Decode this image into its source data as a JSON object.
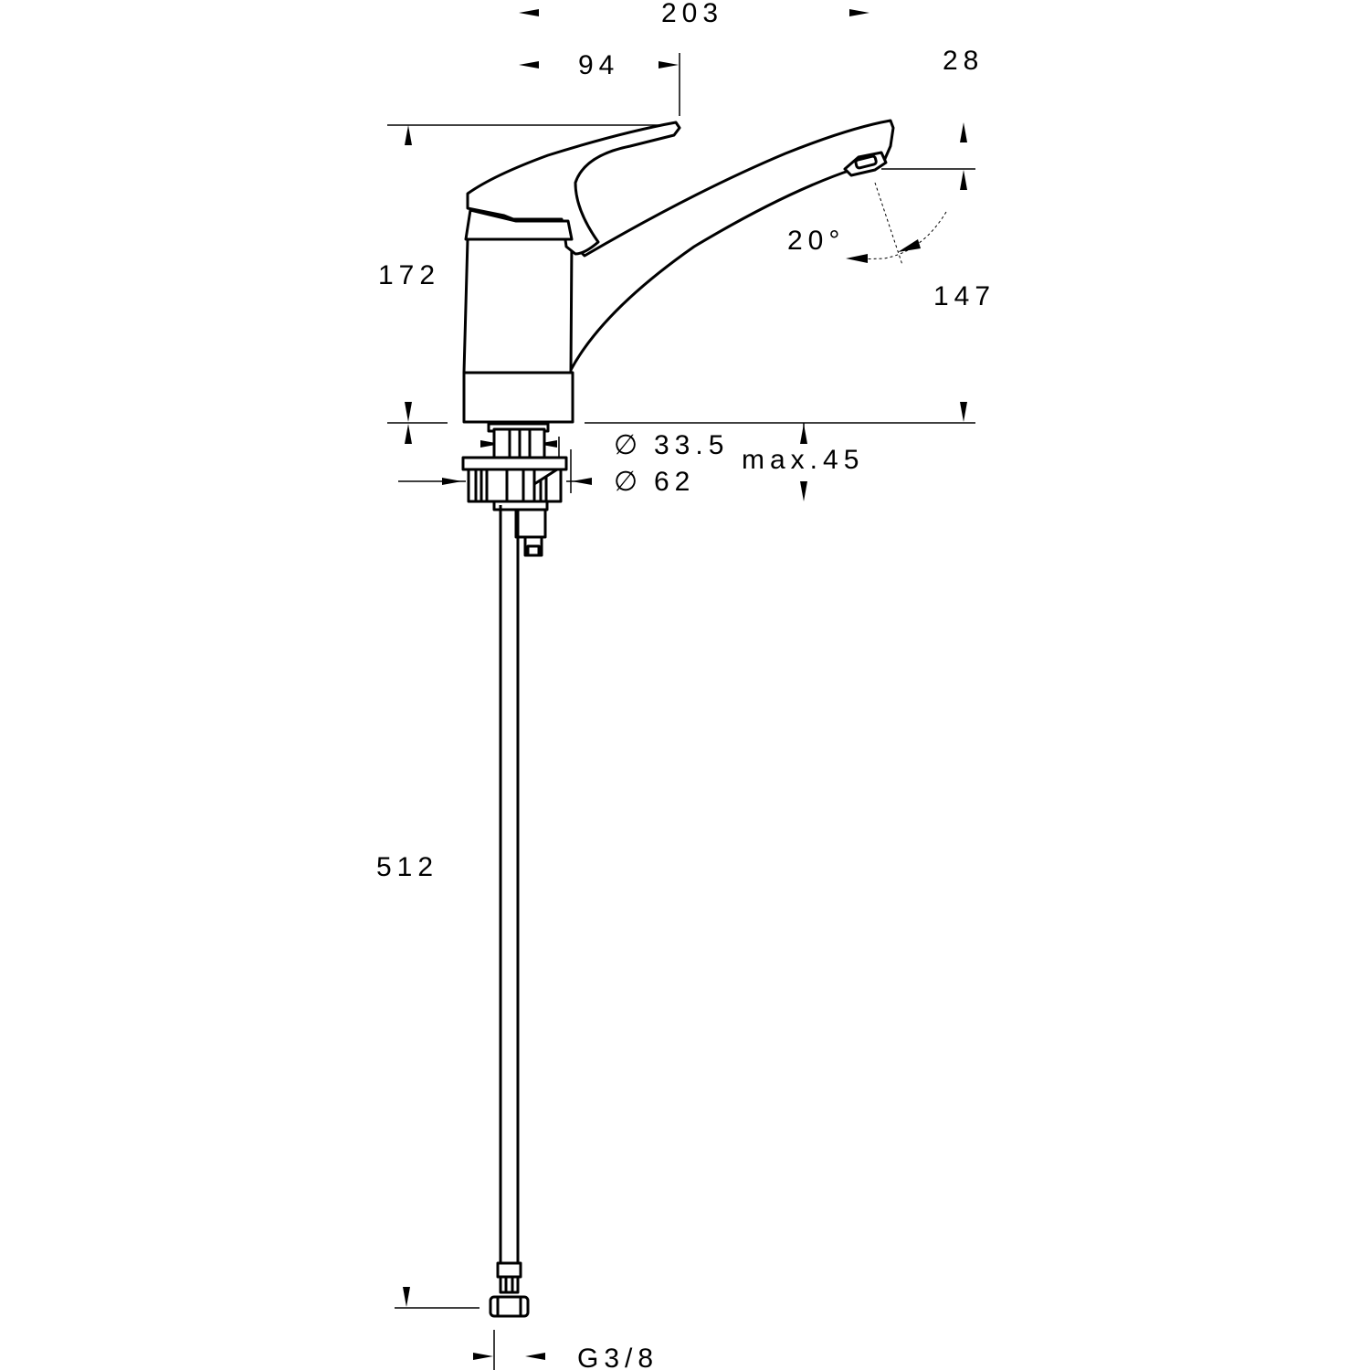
{
  "drawing": {
    "subject": "single-lever faucet with flexible supply hose",
    "stroke_color": "#000000",
    "background_color": "#ffffff"
  },
  "dimensions": {
    "overall_length": "203",
    "lever_offset": "94",
    "spout_tip_height": "28",
    "body_height": "172",
    "spout_outlet_height": "147",
    "swivel_angle": "20°",
    "shank_diameter_symbol": "∅",
    "shank_diameter": "33.5",
    "base_diameter_symbol": "∅",
    "base_diameter": "62",
    "max_deck_thickness": "max.45",
    "hose_length": "512",
    "hose_thread": "G3/8"
  }
}
